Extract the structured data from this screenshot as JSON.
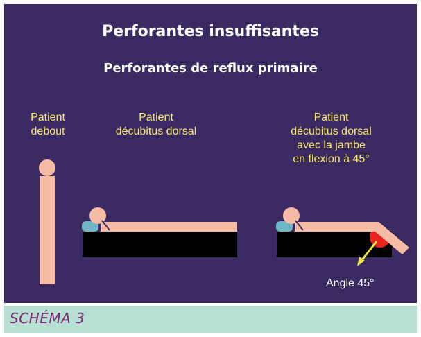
{
  "title": "Perforantes insuffisantes",
  "subtitle": "Perforantes de reflux primaire",
  "labels": {
    "standing": [
      "Patient",
      "debout"
    ],
    "supine": [
      "Patient",
      "décubitus dorsal"
    ],
    "flexion": [
      "Patient",
      "décubitus dorsal",
      "avec la jambe",
      "en flexion à 45°"
    ]
  },
  "angle_label": "Angle 45°",
  "caption": "SCHÉMA 3",
  "colors": {
    "background": "#3b2a62",
    "label_text": "#f4e96a",
    "body": "#f6bba5",
    "table": "#000000",
    "pillow": "#6fb6c6",
    "marker": "#e8241f",
    "arrow": "#f1e54c",
    "caption_bar": "#b7dfd3",
    "caption_text": "#7b2a6e"
  }
}
